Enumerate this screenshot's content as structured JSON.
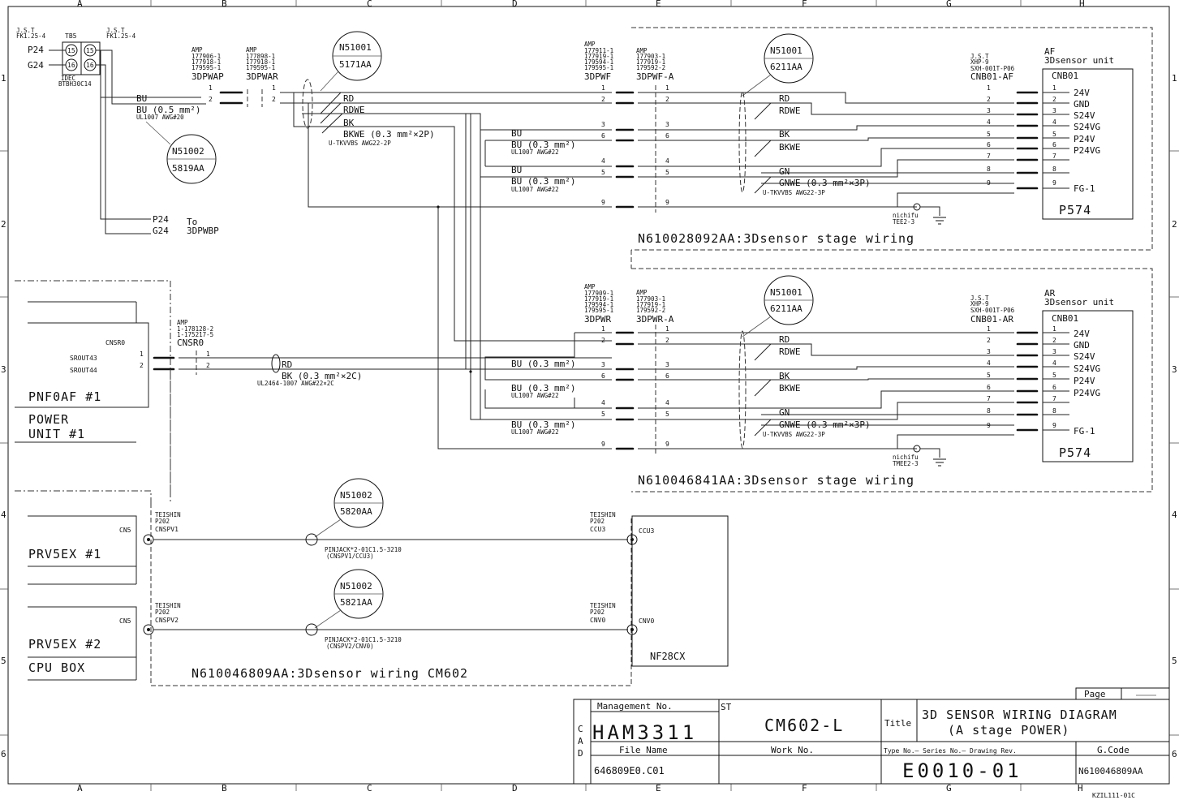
{
  "frame": {
    "cols": [
      "A",
      "B",
      "C",
      "D",
      "E",
      "F",
      "G",
      "H"
    ],
    "rows": [
      "1",
      "2",
      "3",
      "4",
      "5",
      "6"
    ]
  },
  "tb5": {
    "left_spec1": "J.S.T",
    "left_spec2": "FK1.25-4",
    "right_spec1": "J.S.T",
    "right_spec2": "FK1.25-4",
    "name": "TB5",
    "p24": "P24",
    "g24": "G24",
    "t15": "15",
    "t16": "16",
    "maker": "IDEC",
    "part": "BTBH30C14"
  },
  "conn_3dpwap": {
    "maker": "AMP",
    "p1": "177906-1",
    "p2": "177918-1",
    "p3": "179595-1",
    "name": "3DPWAP"
  },
  "conn_3dpwar": {
    "maker": "AMP",
    "p1": "177898-1",
    "p2": "177918-1",
    "p3": "179595-1",
    "name": "3DPWAR"
  },
  "conn_3dpwf": {
    "maker": "AMP",
    "p1": "177911-1",
    "p2": "177919-1",
    "p3": "179594-1",
    "p4": "179595-1",
    "name": "3DPWF"
  },
  "conn_3dpwfa": {
    "maker": "AMP",
    "p1": "177903-1",
    "p2": "177919-1",
    "p3": "179592-2",
    "name": "3DPWF-A"
  },
  "conn_3dpwr": {
    "maker": "AMP",
    "p1": "177909-1",
    "p2": "177919-1",
    "p3": "179594-1",
    "p4": "179595-1",
    "name": "3DPWR"
  },
  "conn_3dpwra": {
    "maker": "AMP",
    "p1": "177903-1",
    "p2": "177919-1",
    "p3": "179592-2",
    "name": "3DPWR-A"
  },
  "conn_cnb01af": {
    "maker": "J.S.T",
    "p1": "XHP-9",
    "p2": "SXH-001T-P06",
    "name": "CNB01-AF"
  },
  "conn_cnb01ar": {
    "maker": "J.S.T",
    "p1": "XHP-9",
    "p2": "SXH-001T-P06",
    "name": "CNB01-AR"
  },
  "bubbles": {
    "b1_top": "N51001",
    "b1_bot": "5171AA",
    "b2_top": "N51002",
    "b2_bot": "5819AA",
    "b3_top": "N51001",
    "b3_bot": "6211AA",
    "b4_top": "N51001",
    "b4_bot": "6211AA",
    "b5_top": "N51002",
    "b5_bot": "5820AA",
    "b6_top": "N51002",
    "b6_bot": "5821AA"
  },
  "wires_top": {
    "bu": "BU",
    "bu05": "BU  (0.5 mm²)",
    "ul1007_20": "UL1007 AWG#20",
    "rd": "RD",
    "rdwe": "RDWE",
    "bk": "BK",
    "bkwe2p": "BKWE (0.3 mm²×2P)",
    "utk2p": "U-TKVVBS AWG22-2P",
    "bu2": "BU",
    "bu03": "BU  (0.3 mm²)",
    "ul1007_22": "UL1007 AWG#22",
    "bu3": "BU",
    "bu03b": "BU  (0.3 mm²)",
    "ul1007_22b": "UL1007 AWG#22",
    "to": "To",
    "to_target": "3DPWBP",
    "p24": "P24",
    "g24": "G24"
  },
  "af_side": {
    "rd": "RD",
    "rdwe": "RDWE",
    "bk": "BK",
    "bkwe": "BKWE",
    "gn": "GN",
    "gnwe": "GNWE (0.3 mm²×3P)",
    "utk3p": "U-TKVVBS AWG22-3P",
    "nichifu": "nichifu",
    "tee": "TEE2-3"
  },
  "ar_side": {
    "rd": "RD",
    "rdwe": "RDWE",
    "bk": "BK",
    "bkwe": "BKWE",
    "gn": "GN",
    "gnwe": "GNWE (0.3 mm²×3P)",
    "utk3p": "U-TKVVBS AWG22-3P",
    "nichifu": "nichifu",
    "tee": "TMEE2-3"
  },
  "wires_mid": {
    "bu03": "BU  (0.3 mm²)",
    "bu03b": "BU  (0.3 mm²)",
    "ul1": "UL1007 AWG#22",
    "bu03c": "BU  (0.3 mm²)",
    "ul2": "UL1007 AWG#22"
  },
  "af_unit": {
    "tag": "AF",
    "name": "3Dsensor unit",
    "conn": "CNB01",
    "sig": [
      "24V",
      "GND",
      "S24V",
      "S24VG",
      "P24V",
      "P24VG",
      "",
      "",
      "FG-1"
    ],
    "model": "P574"
  },
  "ar_unit": {
    "tag": "AR",
    "name": "3Dsensor unit",
    "conn": "CNB01",
    "sig": [
      "24V",
      "GND",
      "S24V",
      "S24VG",
      "P24V",
      "P24VG",
      "",
      "",
      "FG-1"
    ],
    "model": "P574"
  },
  "harness": {
    "af": "N610028092AA:3Dsensor stage wiring",
    "ar": "N610046841AA:3Dsensor stage wiring",
    "cm": "N610046809AA:3Dsensor wiring CM602"
  },
  "cnsr0": {
    "maker": "AMP",
    "p1": "1-178128-2",
    "p2": "1-175217-5",
    "name": "CNSR0",
    "box_label": "CNSR0",
    "s43": "SROUT43",
    "s44": "SROUT44",
    "rd": "RD",
    "bk": "BK (0.3 mm²×2C)",
    "ul": "UL2464-1007 AWG#22×2C"
  },
  "left_boxes": {
    "pnf": "PNF0AF #1",
    "power1": "POWER",
    "power2": "UNIT #1",
    "cn5a": "CN5",
    "prv1": "PRV5EX #1",
    "cn5b": "CN5",
    "prv2": "PRV5EX #2",
    "cpu": "CPU BOX"
  },
  "video": {
    "teishin": "TEISHIN",
    "p202": "P202",
    "cnspv1": "CNSPV1",
    "cnspv2": "CNSPV2",
    "ccu3": "CCU3",
    "cnv0": "CNV0",
    "pj1": "PINJACK*2-01C1.5-3210",
    "pj1b": "(CNSPV1/CCU3)",
    "pj2": "PINJACK*2-01C1.5-3210",
    "pj2b": "(CNSPV2/CNV0)",
    "nf": "NF28CX"
  },
  "titleblock": {
    "page": "Page",
    "mgmt_label": "Management No.",
    "mgmt": "HAM3311",
    "st": "ST",
    "model": "CM602-L",
    "title_label": "Title",
    "title1": "3D SENSOR WIRING DIAGRAM",
    "title2": "(A stage POWER)",
    "cad": [
      "C",
      "A",
      "D"
    ],
    "file_label": "File Name",
    "file": "646809E0.C01",
    "work_label": "Work No.",
    "type_label": "Type No.— Series No.— Drawing Rev.",
    "type": "E0010-01",
    "gcode_label": "G.Code",
    "gcode": "N610046809AA",
    "sheet_code": "KZIL111-01C"
  }
}
